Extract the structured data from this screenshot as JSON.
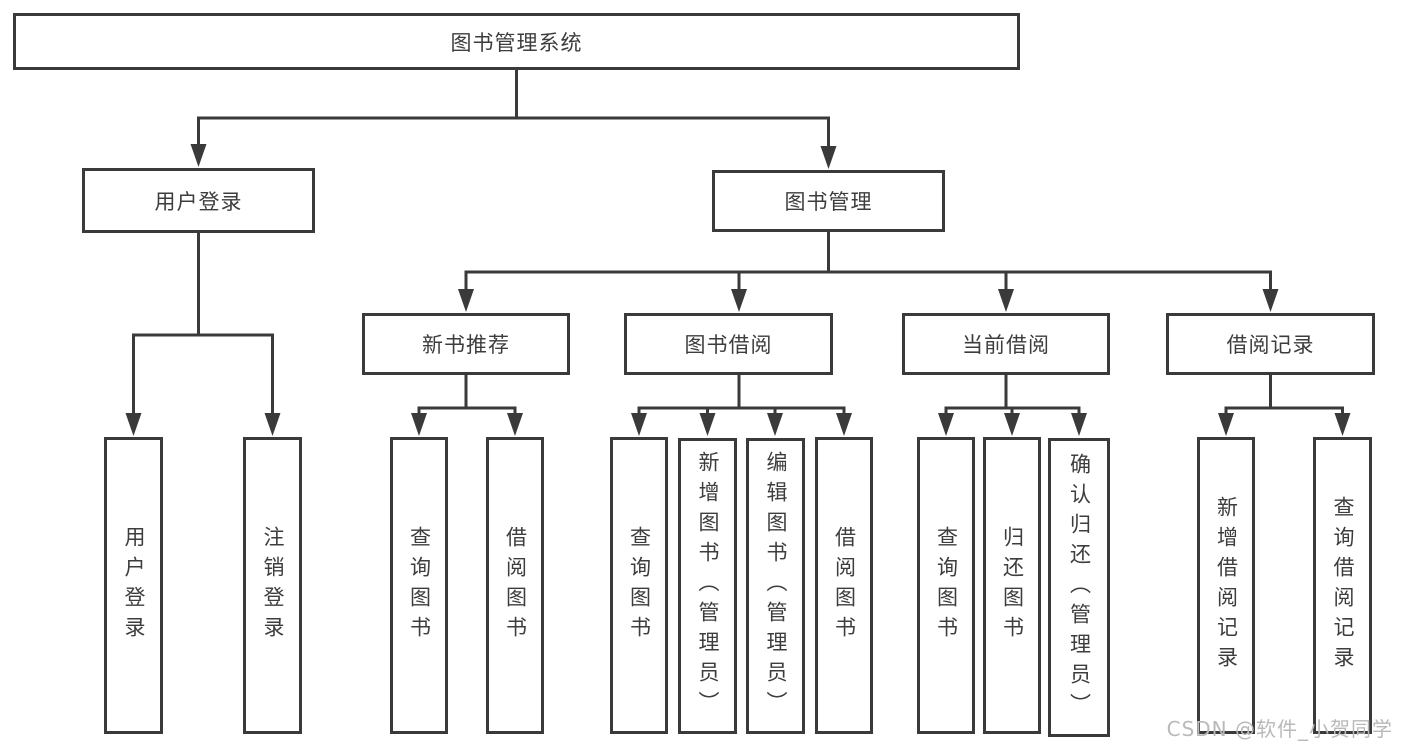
{
  "diagram": {
    "type": "hierarchy-tree",
    "tree": {
      "label": "图书管理系统",
      "children": [
        {
          "label": "用户登录",
          "children": [
            {
              "label": "用户登录"
            },
            {
              "label": "注销登录"
            }
          ]
        },
        {
          "label": "图书管理",
          "children": [
            {
              "label": "新书推荐",
              "children": [
                {
                  "label": "查询图书"
                },
                {
                  "label": "借阅图书"
                }
              ]
            },
            {
              "label": "图书借阅",
              "children": [
                {
                  "label": "查询图书"
                },
                {
                  "label": "新增图书（管理员）"
                },
                {
                  "label": "编辑图书（管理员）"
                },
                {
                  "label": "借阅图书"
                }
              ]
            },
            {
              "label": "当前借阅",
              "children": [
                {
                  "label": "查询图书"
                },
                {
                  "label": "归还图书"
                },
                {
                  "label": "确认归还（管理员）"
                }
              ]
            },
            {
              "label": "借阅记录",
              "children": [
                {
                  "label": "新增借阅记录"
                },
                {
                  "label": "查询借阅记录"
                }
              ]
            }
          ]
        }
      ]
    },
    "watermark": "CSDN @软件_小贺同学",
    "colors": {
      "line": "#3a3a3a",
      "text": "#3d3d3d",
      "background": "#ffffff",
      "watermark": "#b9b9b9"
    }
  }
}
